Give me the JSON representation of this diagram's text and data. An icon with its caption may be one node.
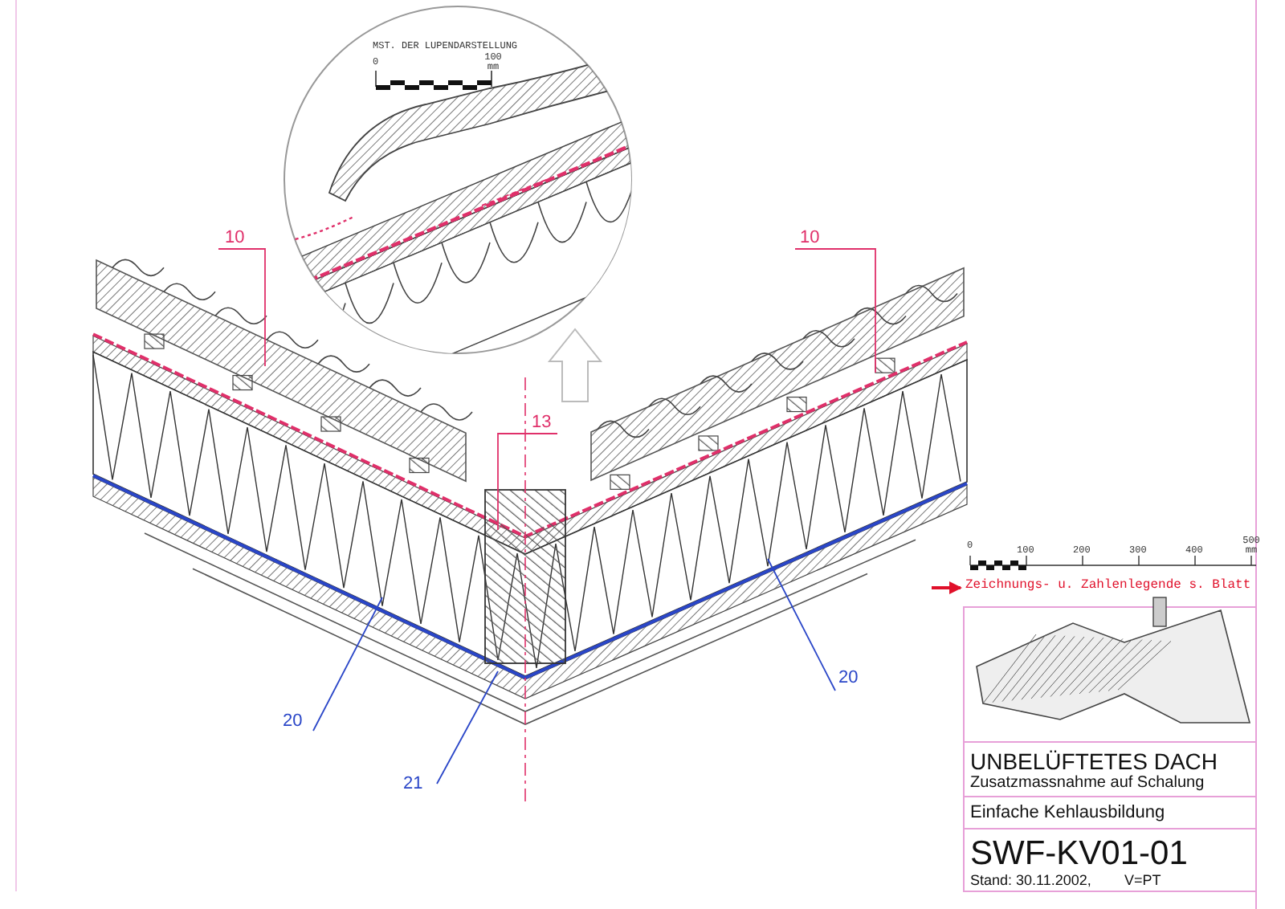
{
  "diagram": {
    "nodes": [
      {
        "text": [
          "10"
        ]
      },
      {
        "text": [
          "10"
        ]
      },
      {
        "text": [
          "13"
        ]
      },
      {
        "text": [
          "20"
        ]
      },
      {
        "text": [
          "20"
        ]
      },
      {
        "text": [
          "21"
        ]
      }
    ],
    "edges": [
      {
        "from": 0,
        "to": null,
        "arrow": "none",
        "color": "#e0306a"
      },
      {
        "from": 1,
        "to": null,
        "arrow": "none",
        "color": "#e0306a"
      },
      {
        "from": 2,
        "to": null,
        "arrow": "none",
        "color": "#e0306a"
      },
      {
        "from": 3,
        "to": null,
        "arrow": "none",
        "color": "#2a46c8"
      },
      {
        "from": 4,
        "to": null,
        "arrow": "none",
        "color": "#2a46c8"
      },
      {
        "from": 5,
        "to": null,
        "arrow": "none",
        "color": "#2a46c8"
      }
    ],
    "labels": [
      "MST. DER LUPENDARSTELLUNG",
      "0",
      "100 mm",
      "0",
      "100",
      "200",
      "300",
      "400",
      "500 mm",
      "Zeichnungs- u. Zahlenlegende s. Blatt",
      "UNBELÜFTETES DACH",
      "Zusatzmassnahme auf Schalung",
      "Einfache Kehlausbildung",
      "SWF-KV01-01",
      "Stand: 30.11.2002,",
      "V=PT"
    ]
  }
}
